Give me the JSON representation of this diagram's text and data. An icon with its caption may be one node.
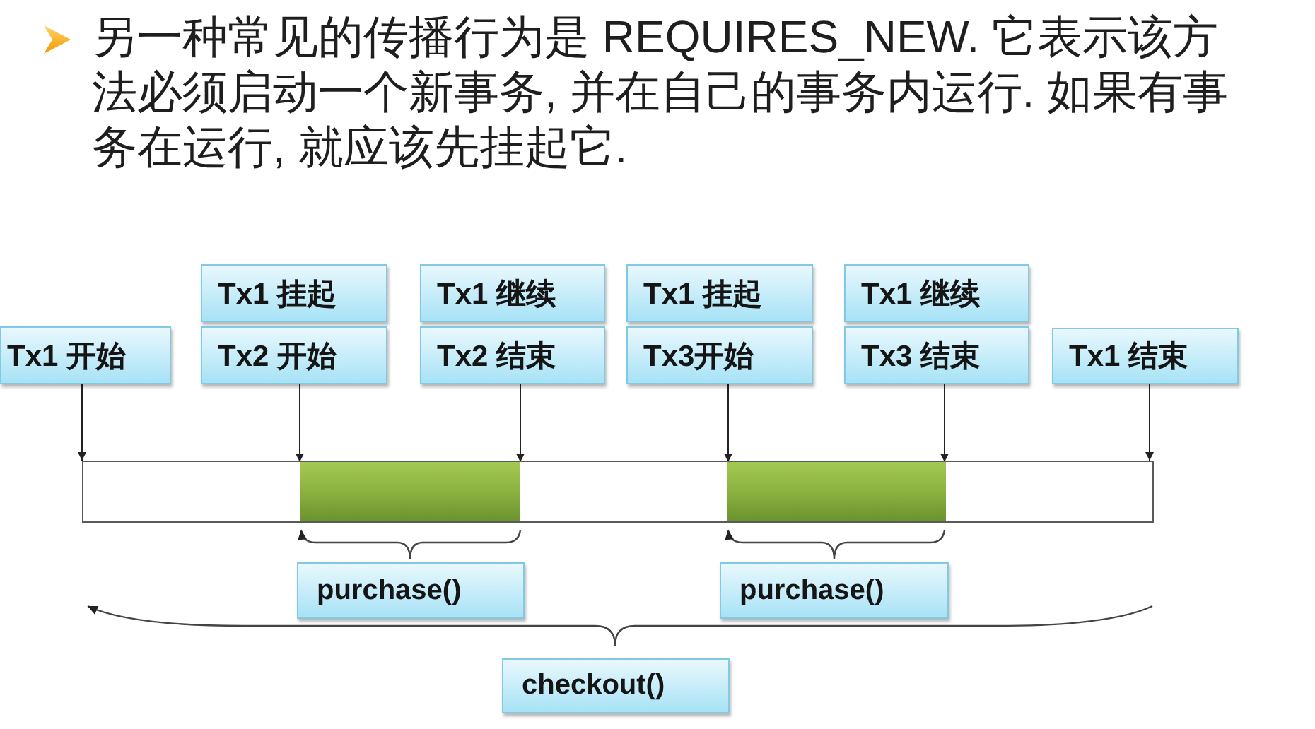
{
  "diagram": {
    "nodes": [
      {
        "text": [
          "Tx1 开始"
        ]
      },
      {
        "text": [
          "Tx1 挂起"
        ]
      },
      {
        "text": [
          "Tx2 开始"
        ]
      },
      {
        "text": [
          "Tx1 继续"
        ]
      },
      {
        "text": [
          "Tx2 结束"
        ]
      },
      {
        "text": [
          "Tx1 挂起"
        ]
      },
      {
        "text": [
          "Tx3开始"
        ]
      },
      {
        "text": [
          "Tx1 继续"
        ]
      },
      {
        "text": [
          "Tx3 结束"
        ]
      },
      {
        "text": [
          "Tx1 结束"
        ]
      },
      {
        "text": [],
        "shape": "bar"
      },
      {
        "text": [],
        "shape": "bar",
        "in": 10
      },
      {
        "text": [],
        "shape": "bar",
        "in": 10
      },
      {
        "text": [
          "purchase()"
        ]
      },
      {
        "text": [
          "purchase()"
        ]
      },
      {
        "text": [
          "checkout()"
        ]
      }
    ],
    "edges": [
      {
        "from": 0,
        "to": 10,
        "arrow": "to"
      },
      {
        "from": 2,
        "to": 11,
        "arrow": "to"
      },
      {
        "from": 4,
        "to": 11,
        "arrow": "to"
      },
      {
        "from": 6,
        "to": 12,
        "arrow": "to"
      },
      {
        "from": 8,
        "to": 12,
        "arrow": "to"
      },
      {
        "from": 9,
        "to": 10,
        "arrow": "to"
      }
    ],
    "labels": [
      "另一种常见的传播行为是 REQUIRES_NEW. 它表示该方法必须启动一个新事务, 并在自己的事务内运行. 如果有事务在运行, 就应该先挂起它."
    ]
  }
}
